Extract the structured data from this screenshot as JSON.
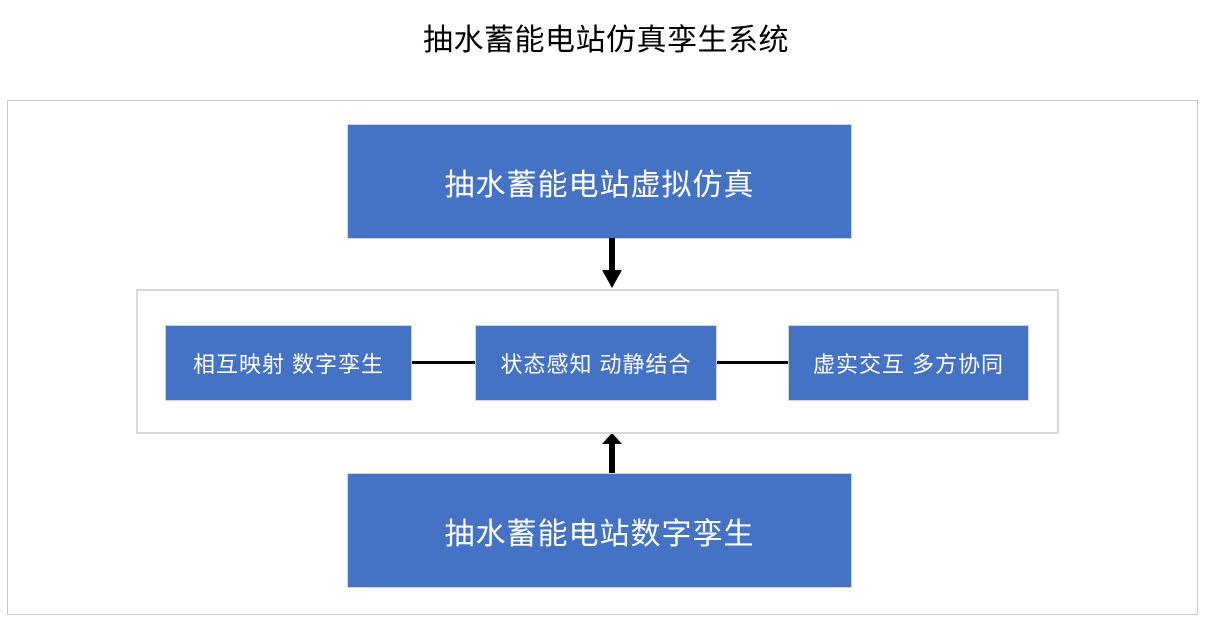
{
  "diagram": {
    "title": "抽水蓄能电站仿真孪生系统",
    "type": "block-flow-diagram",
    "accent_color": "#4472C4",
    "frame_border_color": "#C9C9C9",
    "container_border_color": "#D9D9D9",
    "text_color_on_accent": "#FFFFFF",
    "title_color": "#000000",
    "top_node": {
      "label": "抽水蓄能电站虚拟仿真"
    },
    "bottom_node": {
      "label": "抽水蓄能电站数字孪生"
    },
    "middle_nodes": [
      {
        "label": "相互映射 数字孪生"
      },
      {
        "label": "状态感知 动静结合"
      },
      {
        "label": "虚实交互 多方协同"
      }
    ],
    "connectors": [
      {
        "name": "arrow-down",
        "from": "抽水蓄能电站虚拟仿真",
        "to": "中间能力层",
        "direction": "down",
        "style": "solid-arrow"
      },
      {
        "name": "arrow-up",
        "from": "抽水蓄能电站数字孪生",
        "to": "中间能力层",
        "direction": "up",
        "style": "solid-arrow"
      },
      {
        "name": "link-left",
        "from": "相互映射 数字孪生",
        "to": "状态感知 动静结合",
        "direction": "horizontal",
        "style": "solid-line"
      },
      {
        "name": "link-right",
        "from": "状态感知 动静结合",
        "to": "虚实交互 多方协同",
        "direction": "horizontal",
        "style": "solid-line"
      }
    ]
  }
}
